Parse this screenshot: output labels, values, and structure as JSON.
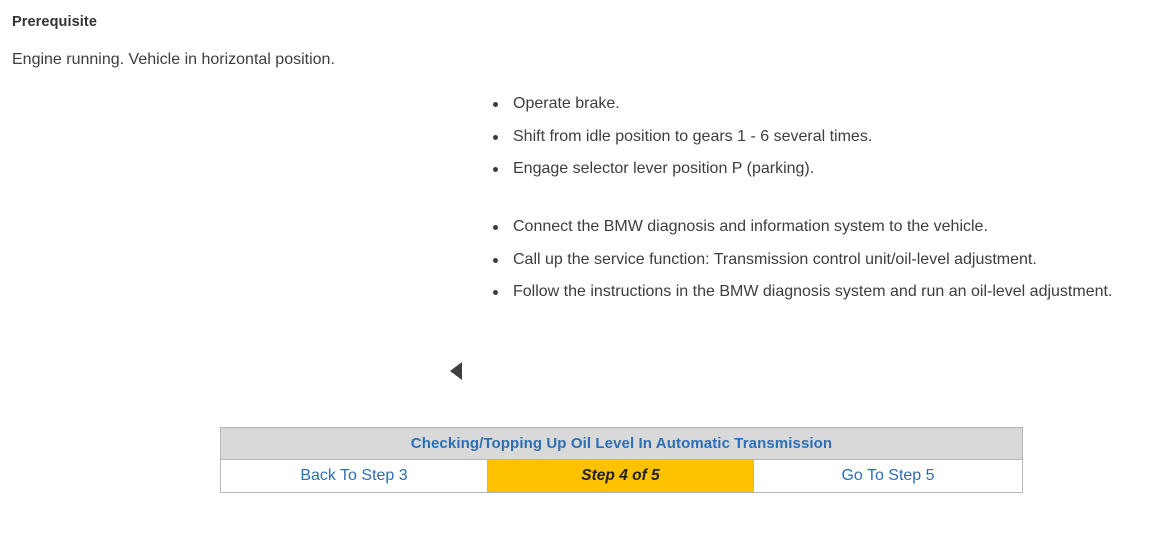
{
  "prerequisite": {
    "heading": "Prerequisite",
    "text": "Engine running. Vehicle in horizontal position."
  },
  "instructions": {
    "group_one": [
      "Operate brake.",
      "Shift from idle position to gears 1 - 6 several times.",
      "Engage selector lever position P (parking)."
    ],
    "group_two": [
      "Connect the BMW diagnosis and information system to the vehicle.",
      "Call up the service function: Transmission control unit/oil-level adjustment.",
      "Follow the instructions in the BMW diagnosis system and run an oil-level adjustment."
    ]
  },
  "marker": {
    "icon": "triangle-left-icon"
  },
  "navigation": {
    "title": "Checking/Topping Up Oil Level In Automatic Transmission",
    "back_label": "Back To Step 3",
    "current_label": "Step 4 of 5",
    "next_label": "Go To Step 5"
  },
  "colors": {
    "link": "#2c6eb5",
    "header_background": "#d9d9d9",
    "current_step_background": "#ffc200",
    "body_text": "#3d3d3d",
    "border": "#b6b6b6"
  }
}
